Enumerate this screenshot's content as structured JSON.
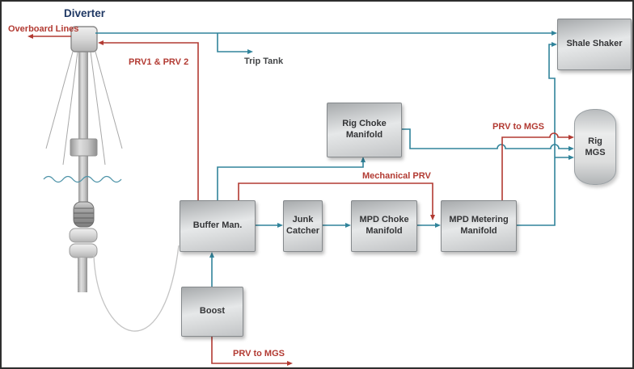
{
  "title": "Diverter",
  "colors": {
    "red": "#b23a32",
    "teal": "#31849b",
    "water": "#4d93a8",
    "title_color": "#1f3864",
    "box_fill_light": "#e6e8e9",
    "box_fill_dark": "#a7aaac",
    "box_border": "#85898c",
    "box_text": "#333436"
  },
  "boxes": {
    "shale_shaker": {
      "label": "Shale Shaker"
    },
    "rig_choke": {
      "label": "Rig Choke Manifold"
    },
    "rig_mgs": {
      "label": "Rig MGS"
    },
    "buffer": {
      "label": "Buffer Man."
    },
    "junk": {
      "label": "Junk Catcher"
    },
    "mpd_choke": {
      "label": "MPD Choke Manifold"
    },
    "mpd_metering": {
      "label": "MPD Metering Manifold"
    },
    "boost": {
      "label": "Boost"
    }
  },
  "line_labels": {
    "overboard": "Overboard Lines",
    "prv12": "PRV1 &  PRV 2",
    "trip_tank": "Trip Tank",
    "mechanical_prv": "Mechanical PRV",
    "prv_to_mgs_top": "PRV to MGS",
    "prv_to_mgs_bottom": "PRV to MGS"
  }
}
